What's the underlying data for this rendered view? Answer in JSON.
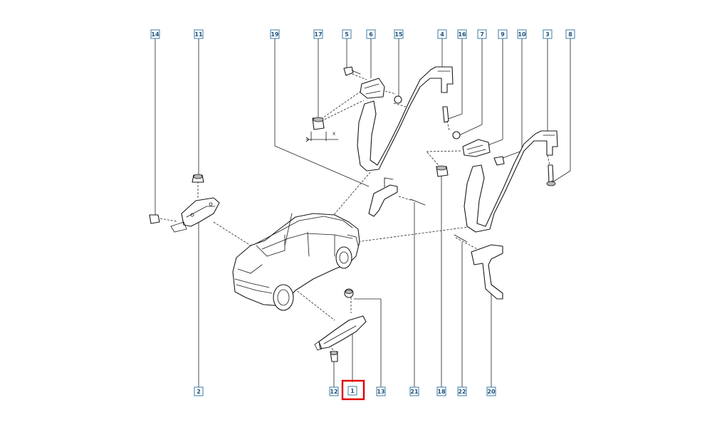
{
  "diagram": {
    "callouts": [
      "14",
      "11",
      "19",
      "17",
      "5",
      "6",
      "15",
      "4",
      "16",
      "7",
      "9",
      "10",
      "3",
      "8",
      "2",
      "12",
      "1",
      "13",
      "21",
      "18",
      "22",
      "20"
    ],
    "selected_callout": "1",
    "dimension_label": "X",
    "colors": {
      "callout_border": "#3a7ca5",
      "callout_text": "#1f4f7a",
      "highlight": "#e00000",
      "line": "#1a1a1a"
    }
  }
}
